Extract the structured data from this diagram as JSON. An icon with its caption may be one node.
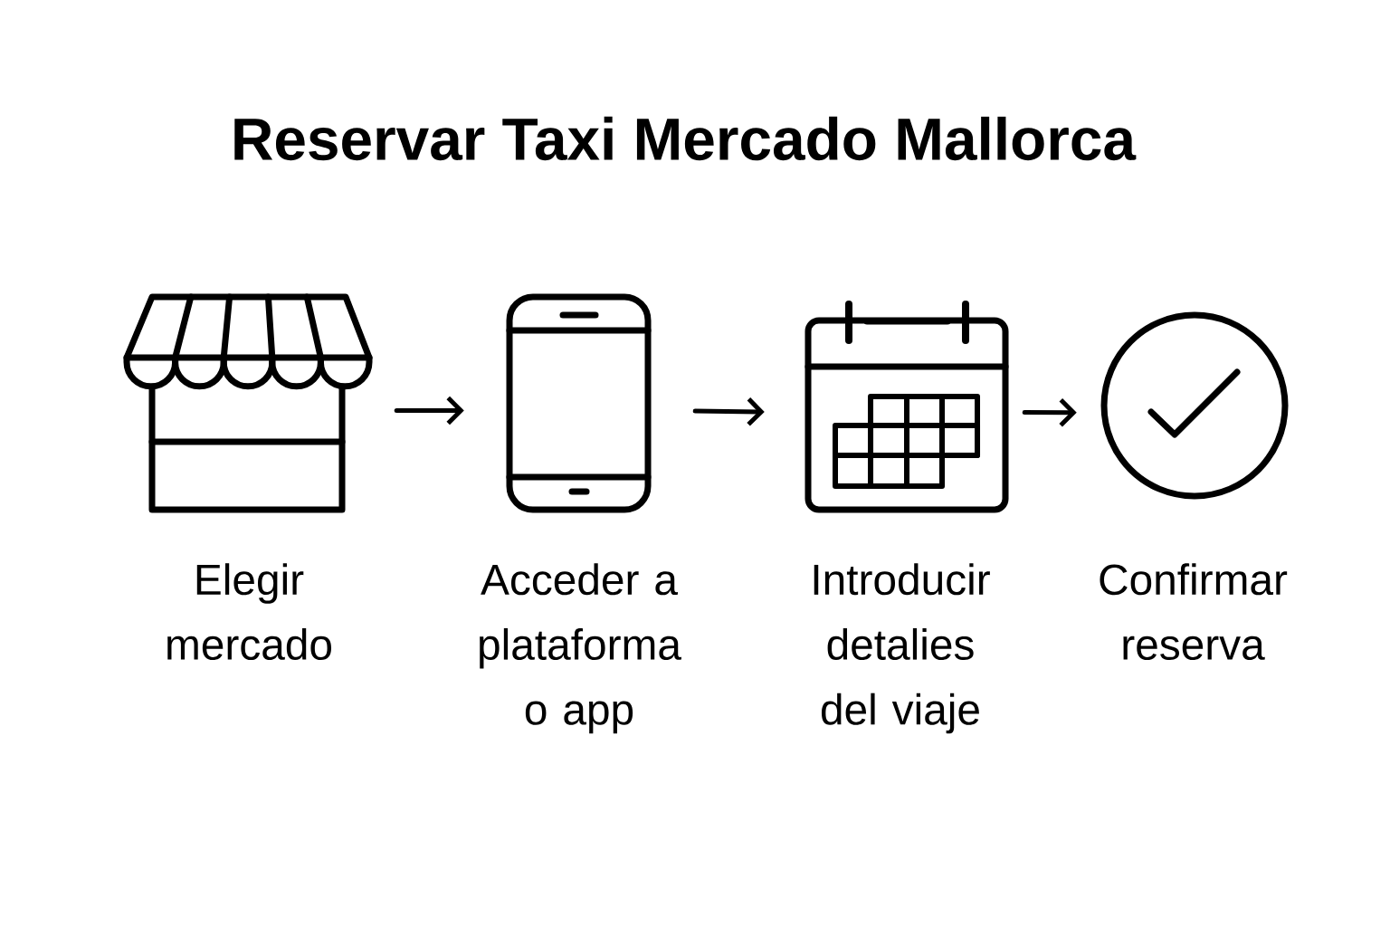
{
  "diagram": {
    "title": "Reservar Taxi Mercado Mallorca",
    "nodes": [
      {
        "text": [],
        "shape": "store",
        "beside": [
          "Elegir mercado"
        ]
      },
      {
        "text": [],
        "shape": "phone",
        "beside": [
          "Acceder a plataforma o app"
        ]
      },
      {
        "text": [],
        "shape": "calendar",
        "beside": [
          "Introducir detalies del viaje"
        ]
      },
      {
        "text": [],
        "shape": "circle",
        "beside": [
          "Confirmar reserva"
        ]
      }
    ],
    "edges": [
      {
        "from": 0,
        "to": 1,
        "arrow": "to"
      },
      {
        "from": 1,
        "to": 2,
        "arrow": "to"
      },
      {
        "from": 2,
        "to": 3,
        "arrow": "to"
      }
    ]
  }
}
